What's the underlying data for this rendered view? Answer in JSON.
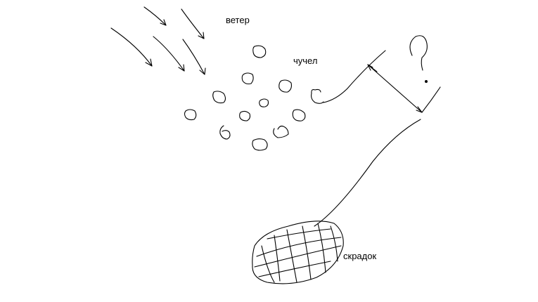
{
  "labels": {
    "wind": "ветер",
    "decoys": "чучел",
    "blind": "скрадок"
  },
  "colors": {
    "ink": "#000000",
    "background": "#ffffff"
  }
}
